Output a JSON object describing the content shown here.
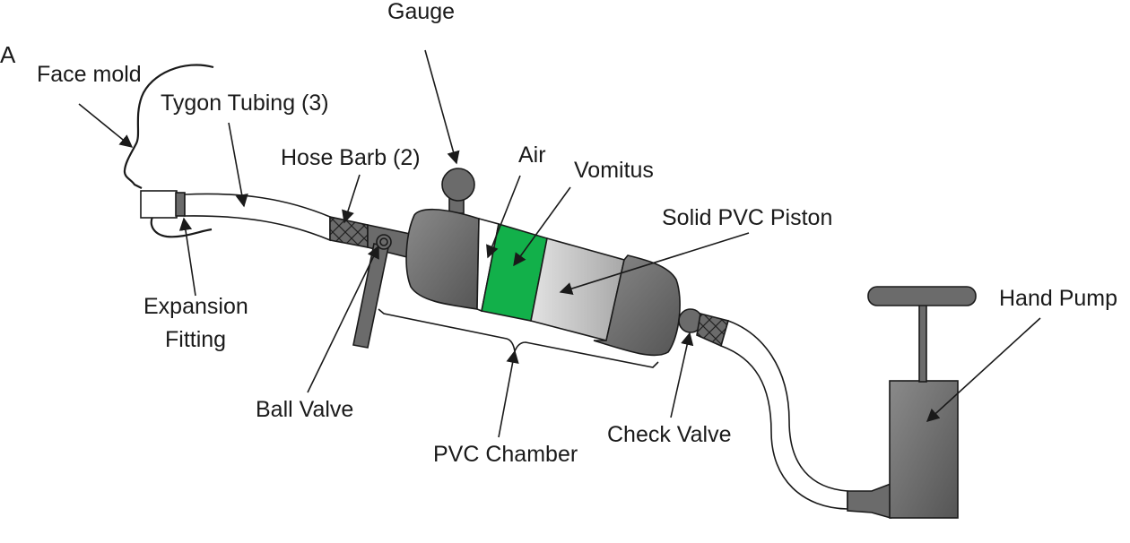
{
  "panel_letter": "A",
  "labels": {
    "face_mold": "Face mold",
    "tygon_tubing": "Tygon Tubing (3)",
    "gauge": "Gauge",
    "hose_barb": "Hose Barb (2)",
    "air": "Air",
    "vomitus": "Vomitus",
    "solid_pvc_piston": "Solid PVC Piston",
    "hand_pump": "Hand Pump",
    "expansion_fitting_line1": "Expansion",
    "expansion_fitting_line2": "Fitting",
    "ball_valve": "Ball Valve",
    "pvc_chamber": "PVC Chamber",
    "check_valve": "Check Valve"
  },
  "colors": {
    "vomitus": "#12b04a",
    "piston_light": "#e2e2e2",
    "piston_dark": "#a8a8a8",
    "component_gray": "#6b6b6b",
    "outline": "#1a1a1a"
  }
}
